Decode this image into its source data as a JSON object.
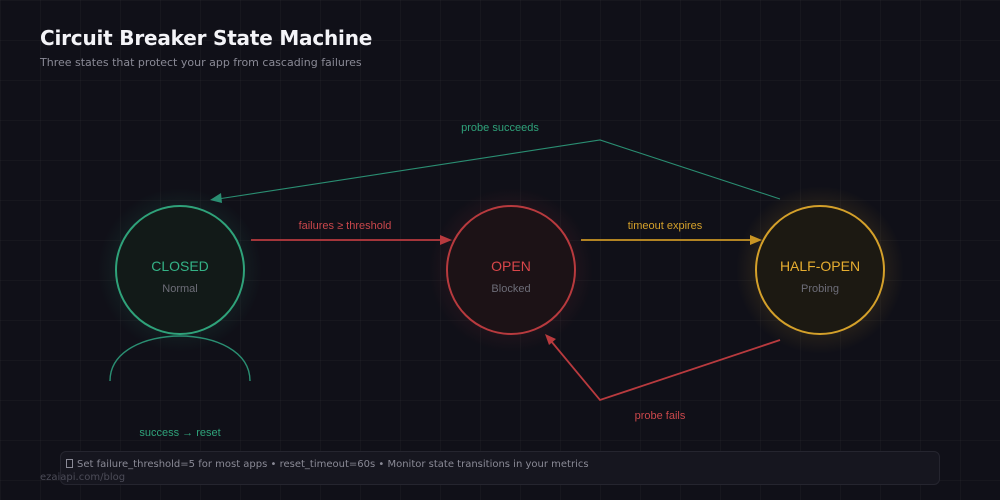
{
  "title": "Circuit Breaker State Machine",
  "subtitle": "Three states that protect your app from cascading failures",
  "states": {
    "closed": {
      "label": "CLOSED",
      "sublabel": "Normal",
      "color": "#2fa27a"
    },
    "open": {
      "label": "OPEN",
      "sublabel": "Blocked",
      "color": "#b83a3e"
    },
    "half_open": {
      "label": "HALF-OPEN",
      "sublabel": "Probing",
      "color": "#d4a02a"
    }
  },
  "transitions": {
    "failures": "failures ≥ threshold",
    "timeout": "timeout expires",
    "probe_succeeds": "probe succeeds",
    "probe_fails": "probe fails",
    "success_reset": "success → reset"
  },
  "footer": {
    "icon": "info-icon",
    "text": "Set failure_threshold=5 for most apps  •  reset_timeout=60s  •  Monitor state transitions in your metrics"
  },
  "watermark": "ezaiapi.com/blog"
}
